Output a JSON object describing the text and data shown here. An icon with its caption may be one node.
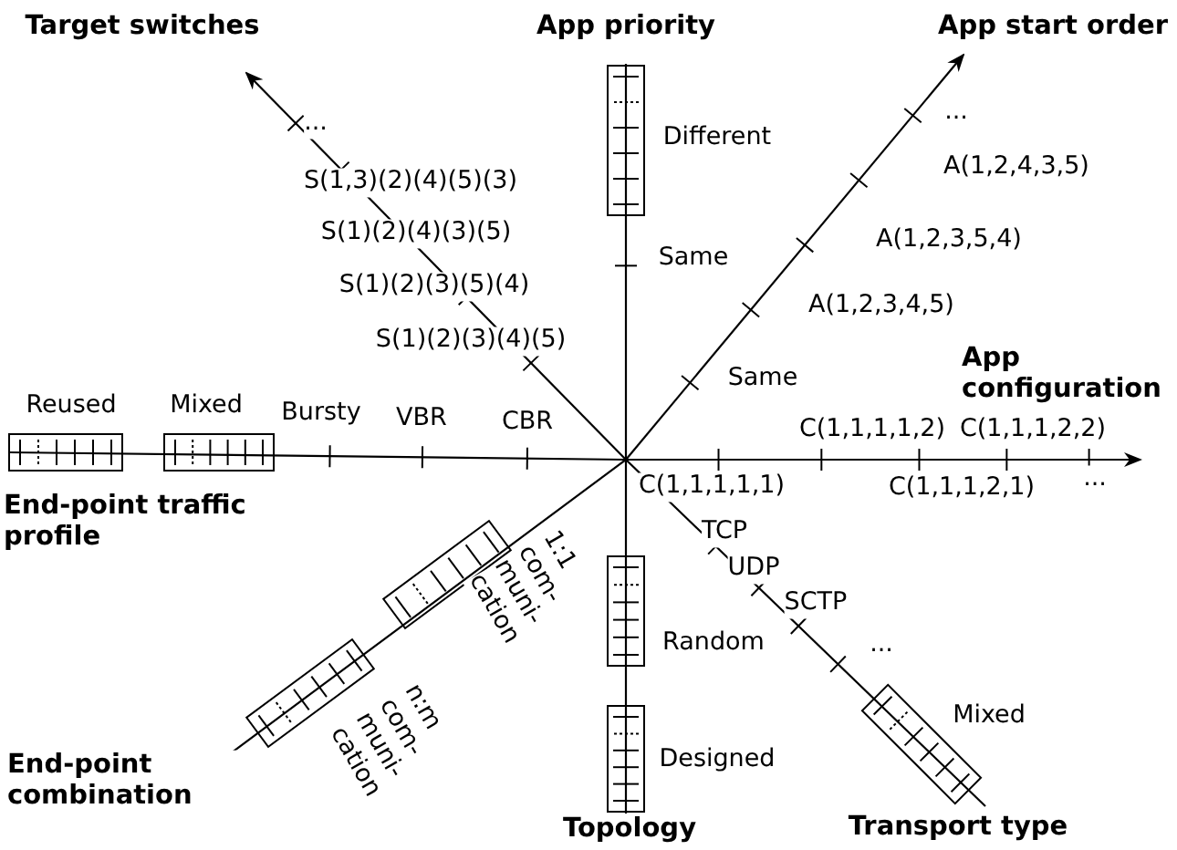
{
  "diagram": {
    "labels": [
      "Target switches",
      "App priority",
      "App start order",
      "...",
      "Different",
      "...",
      "S(1,3)(2)(4)(5)(3)",
      "A(1,2,4,3,5)",
      "S(1)(2)(4)(3)(5)",
      "A(1,2,3,5,4)",
      "Same",
      "S(1)(2)(3)(5)(4)",
      "A(1,2,3,4,5)",
      "S(1)(2)(3)(4)(5)",
      "App configuration",
      "Same",
      "Reused",
      "Mixed",
      "Bursty",
      "VBR",
      "CBR",
      "C(1,1,1,1,2)",
      "C(1,1,1,2,2)",
      "C(1,1,1,1,1)",
      "C(1,1,1,2,1)",
      "...",
      "End-point traffic profile",
      "TCP",
      "UDP",
      "1:1 com- muni- cation",
      "SCTP",
      "Random",
      "...",
      "n:m com- muni- cation",
      "Mixed",
      "Designed",
      "End-point combination",
      "Topology",
      "Transport type"
    ]
  }
}
